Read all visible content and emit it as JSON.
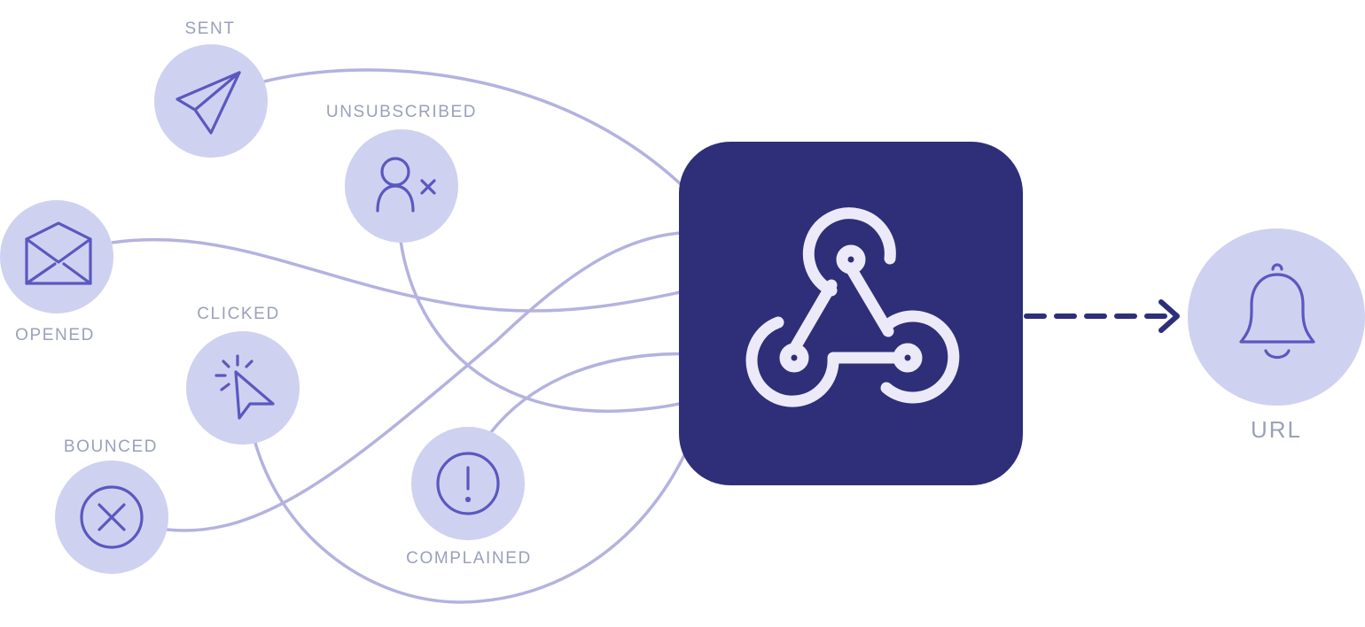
{
  "events": {
    "sent": "SENT",
    "unsubscribed": "UNSUBSCRIBED",
    "opened": "OPENED",
    "clicked": "CLICKED",
    "bounced": "BOUNCED",
    "complained": "COMPLAINED"
  },
  "destination": {
    "label": "URL"
  },
  "hub": {
    "icon": "webhook-icon"
  },
  "icons": {
    "sent": "paper-plane-icon",
    "unsubscribed": "user-x-icon",
    "opened": "envelope-open-icon",
    "clicked": "cursor-click-icon",
    "bounced": "x-circle-icon",
    "complained": "alert-circle-icon",
    "destination": "bell-icon"
  },
  "colors": {
    "hub": "#2e2f78",
    "node_fill": "#cfd1f0",
    "icon_stroke": "#5a58c0",
    "wire": "#b3b2e0",
    "label": "#9aa0bb"
  }
}
